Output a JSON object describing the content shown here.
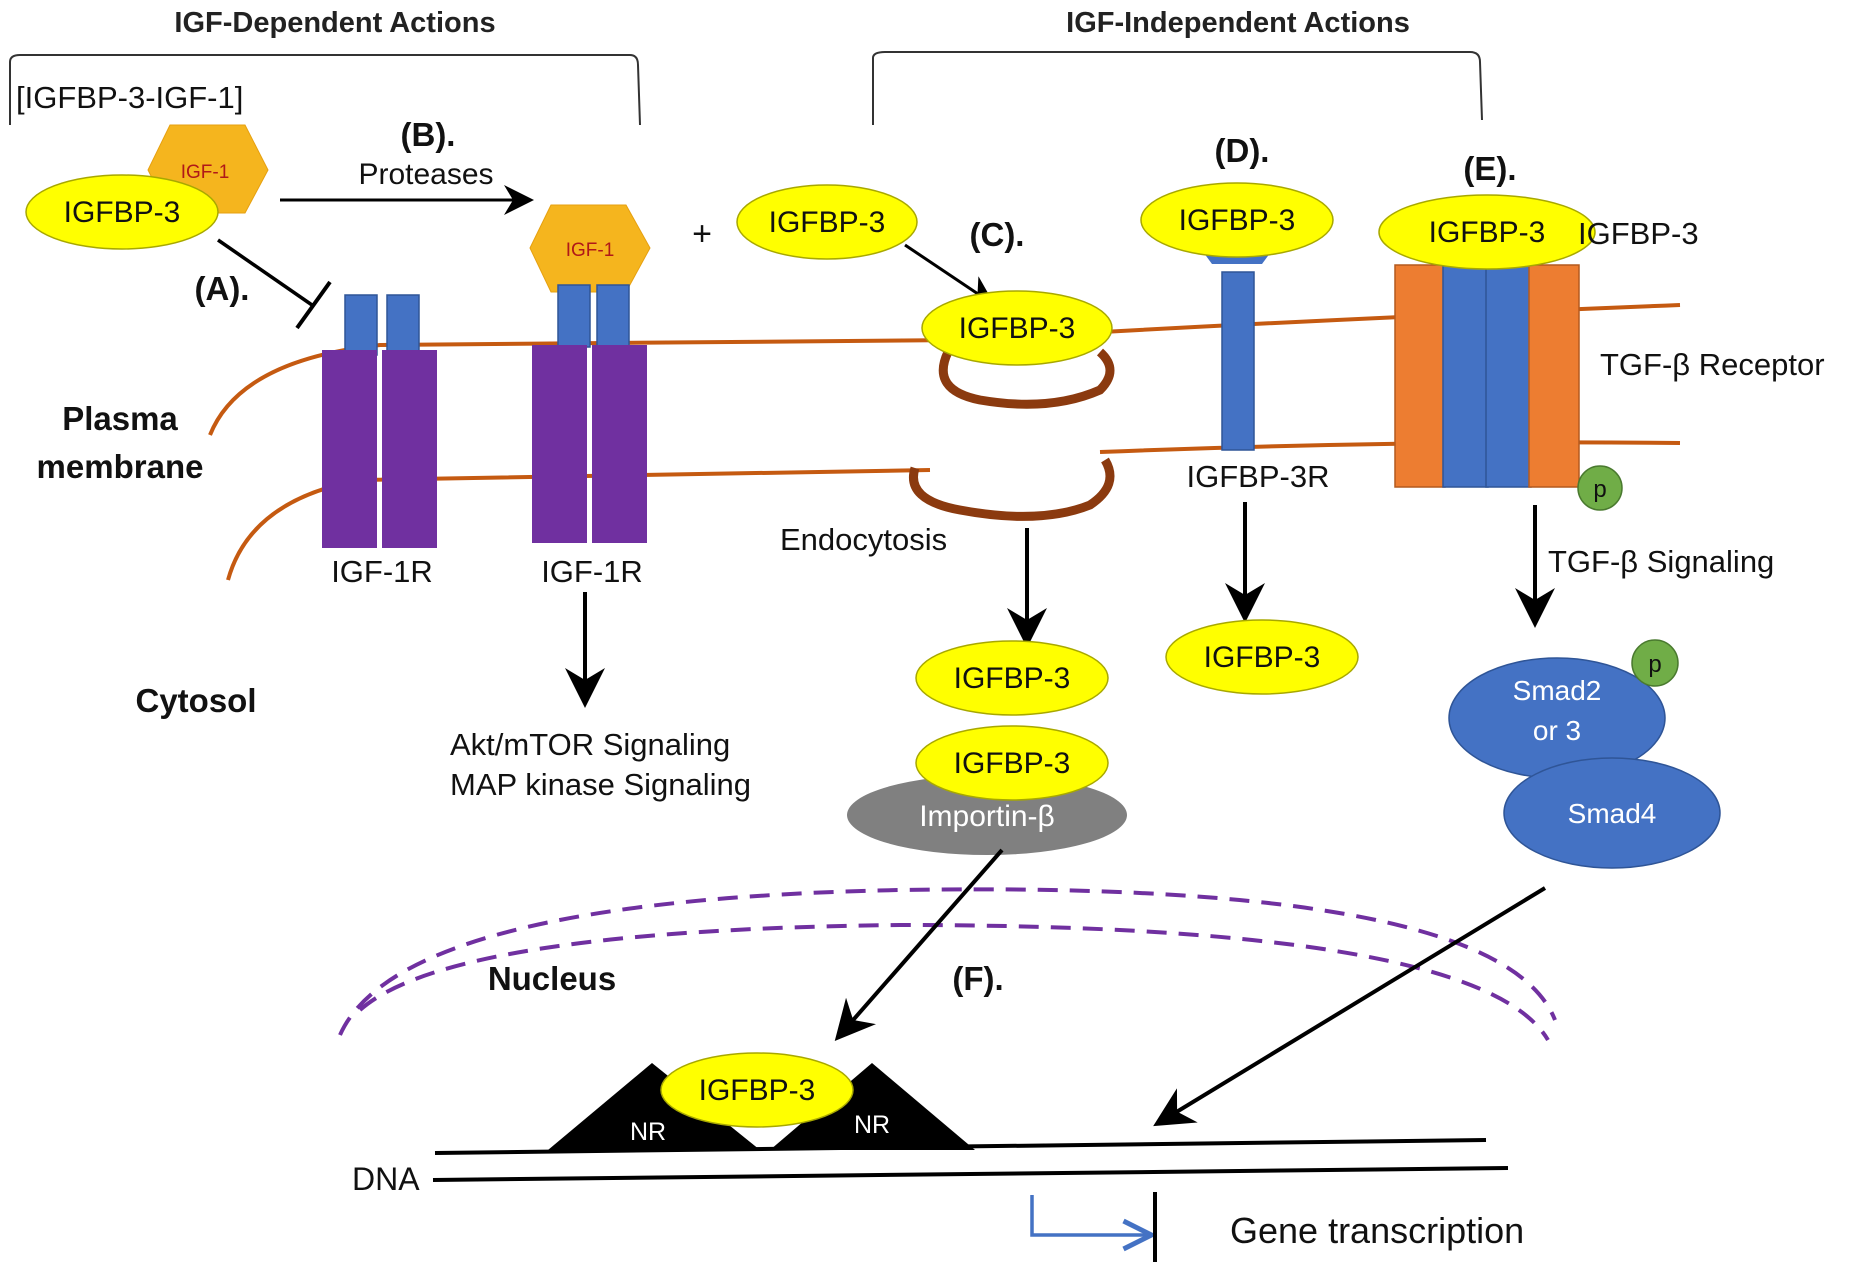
{
  "headers": {
    "dependent": "IGF-Dependent Actions",
    "independent": "IGF-Independent Actions"
  },
  "complex_label": "[IGFBP-3-IGF-1]",
  "steps": {
    "a": "(A).",
    "b": "(B).",
    "c": "(C).",
    "d": "(D).",
    "e": "(E).",
    "f": "(F)."
  },
  "proteases": "Proteases",
  "plus": "+",
  "compartments": {
    "plasma_line1": "Plasma",
    "plasma_line2": "membrane",
    "cytosol": "Cytosol",
    "nucleus": "Nucleus"
  },
  "proteins": {
    "igfbp3": "IGFBP-3",
    "igf1": "IGF-1",
    "igf1r": "IGF-1R",
    "igfbp3r": "IGFBP-3R",
    "tgfb_receptor": "TGF-β Receptor",
    "importin": "Importin-β",
    "smad23_line1": "Smad2",
    "smad23_line2": "or 3",
    "smad4": "Smad4",
    "phospho": "p",
    "nr": "NR"
  },
  "processes": {
    "endocytosis": "Endocytosis",
    "akt": "Akt/mTOR Signaling",
    "mapk": "MAP kinase Signaling",
    "tgfb_signaling": "TGF-β Signaling",
    "gene_transcription": "Gene transcription",
    "dna": "DNA"
  },
  "colors": {
    "igfbp3": "#ffff00",
    "igf1": "#f5b51e",
    "receptor_purple": "#7030a0",
    "receptor_blue": "#4472c4",
    "tgfb_orange": "#ed7d31",
    "membrane": "#c55a11",
    "vesicle": "#8b3a0f",
    "nuclear_envelope": "#7030a0",
    "importin": "#808080",
    "smad": "#4472c4",
    "phospho": "#70ad47",
    "transcription_arrow": "#4472c4"
  },
  "icons": {
    "igf1_shape": "hexagon",
    "inhibition": "t-bar"
  }
}
